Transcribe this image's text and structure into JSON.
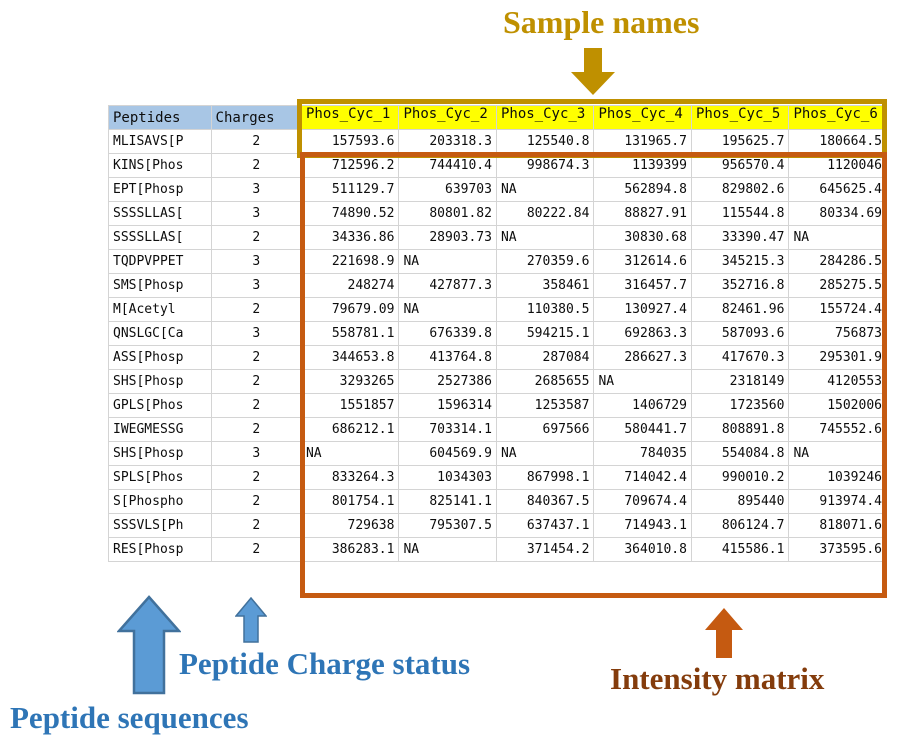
{
  "annotations": {
    "sample_names": "Sample names",
    "peptide_charge_status": "Peptide Charge status",
    "peptide_sequences": "Peptide sequences",
    "intensity_matrix": "Intensity matrix",
    "colors": {
      "sample_names": "#BF9000",
      "peptide_blue": "#2E75B6",
      "intensity_brown": "#843C0C",
      "matrix_border": "#C55A11",
      "sample_header_fill": "#FFFF00",
      "row_header_fill": "#A8C6E5"
    }
  },
  "table": {
    "headers": {
      "peptides": "Peptides",
      "charges": "Charges",
      "samples": [
        "Phos_Cyc_1",
        "Phos_Cyc_2",
        "Phos_Cyc_3",
        "Phos_Cyc_4",
        "Phos_Cyc_5",
        "Phos_Cyc_6"
      ]
    },
    "rows": [
      {
        "peptide": "MLISAVS[P",
        "charge": "2",
        "values": [
          "157593.6",
          "203318.3",
          "125540.8",
          "131965.7",
          "195625.7",
          "180664.5"
        ]
      },
      {
        "peptide": "KINS[Phos",
        "charge": "2",
        "values": [
          "712596.2",
          "744410.4",
          "998674.3",
          "1139399",
          "956570.4",
          "1120046"
        ]
      },
      {
        "peptide": "EPT[Phosp",
        "charge": "3",
        "values": [
          "511129.7",
          "639703",
          "NA",
          "562894.8",
          "829802.6",
          "645625.4"
        ]
      },
      {
        "peptide": "SSSSLLAS[",
        "charge": "3",
        "values": [
          "74890.52",
          "80801.82",
          "80222.84",
          "88827.91",
          "115544.8",
          "80334.69"
        ]
      },
      {
        "peptide": "SSSSLLAS[",
        "charge": "2",
        "values": [
          "34336.86",
          "28903.73",
          "NA",
          "30830.68",
          "33390.47",
          "NA"
        ]
      },
      {
        "peptide": "TQDPVPPET",
        "charge": "3",
        "values": [
          "221698.9",
          "NA",
          "270359.6",
          "312614.6",
          "345215.3",
          "284286.5"
        ]
      },
      {
        "peptide": "SMS[Phosp",
        "charge": "3",
        "values": [
          "248274",
          "427877.3",
          "358461",
          "316457.7",
          "352716.8",
          "285275.5"
        ]
      },
      {
        "peptide": "M[Acetyl",
        "charge": "2",
        "values": [
          "79679.09",
          "NA",
          "110380.5",
          "130927.4",
          "82461.96",
          "155724.4"
        ]
      },
      {
        "peptide": "QNSLGC[Ca",
        "charge": "3",
        "values": [
          "558781.1",
          "676339.8",
          "594215.1",
          "692863.3",
          "587093.6",
          "756873"
        ]
      },
      {
        "peptide": "ASS[Phosp",
        "charge": "2",
        "values": [
          "344653.8",
          "413764.8",
          "287084",
          "286627.3",
          "417670.3",
          "295301.9"
        ]
      },
      {
        "peptide": "SHS[Phosp",
        "charge": "2",
        "values": [
          "3293265",
          "2527386",
          "2685655",
          "NA",
          "2318149",
          "4120553"
        ]
      },
      {
        "peptide": "GPLS[Phos",
        "charge": "2",
        "values": [
          "1551857",
          "1596314",
          "1253587",
          "1406729",
          "1723560",
          "1502006"
        ]
      },
      {
        "peptide": "IWEGMESSG",
        "charge": "2",
        "values": [
          "686212.1",
          "703314.1",
          "697566",
          "580441.7",
          "808891.8",
          "745552.6"
        ]
      },
      {
        "peptide": "SHS[Phosp",
        "charge": "3",
        "values": [
          "NA",
          "604569.9",
          "NA",
          "784035",
          "554084.8",
          "NA"
        ]
      },
      {
        "peptide": "SPLS[Phos",
        "charge": "2",
        "values": [
          "833264.3",
          "1034303",
          "867998.1",
          "714042.4",
          "990010.2",
          "1039246"
        ]
      },
      {
        "peptide": "S[Phospho",
        "charge": "2",
        "values": [
          "801754.1",
          "825141.1",
          "840367.5",
          "709674.4",
          "895440",
          "913974.4"
        ]
      },
      {
        "peptide": "SSSVLS[Ph",
        "charge": "2",
        "values": [
          "729638",
          "795307.5",
          "637437.1",
          "714943.1",
          "806124.7",
          "818071.6"
        ]
      },
      {
        "peptide": "RES[Phosp",
        "charge": "2",
        "values": [
          "386283.1",
          "NA",
          "371454.2",
          "364010.8",
          "415586.1",
          "373595.6"
        ]
      }
    ]
  }
}
